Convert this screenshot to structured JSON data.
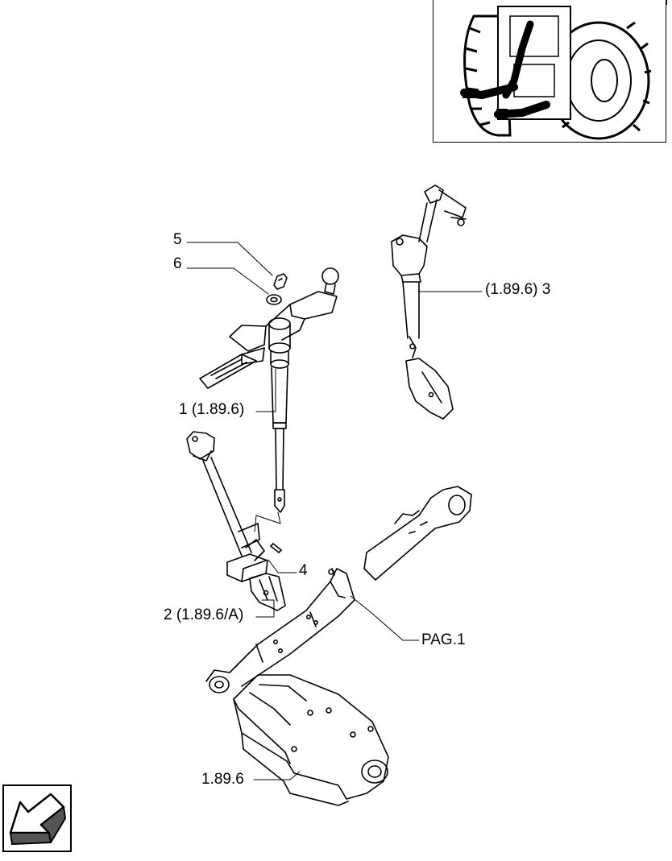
{
  "callouts": {
    "item_5": "5",
    "item_6": "6",
    "item_1": "1 (1.89.6)",
    "item_2": "2 (1.89.6/A)",
    "item_3": "(1.89.6) 3",
    "item_4": "4",
    "pag_1": "PAG.1",
    "ref_1896": "1.89.6"
  },
  "navigation": {
    "icon": "arrow-down-left-icon"
  },
  "colors": {
    "line": "#000000",
    "background": "#ffffff",
    "arrow_fill": "#555555"
  }
}
